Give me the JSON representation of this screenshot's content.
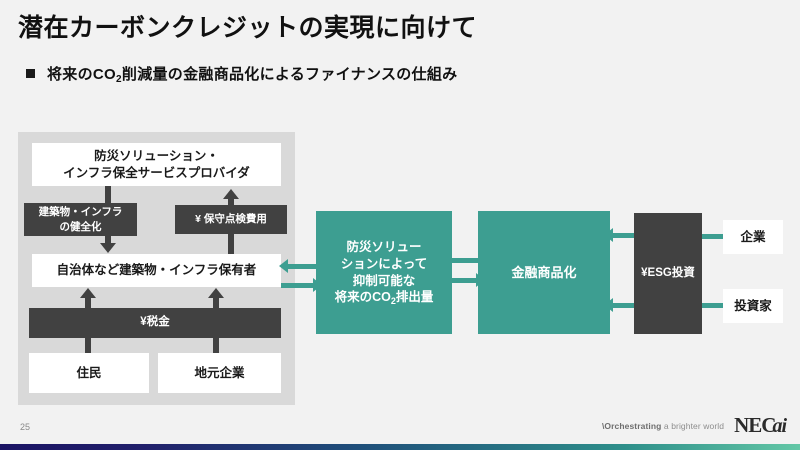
{
  "slide": {
    "title": "潜在カーボンクレジットの実現に向けて",
    "bullet": {
      "marker": "square-bullet",
      "text_before": "将来のCO",
      "subscript": "2",
      "text_after": "削減量の金融商品化によるファイナンスの仕組み"
    },
    "page_number": "25"
  },
  "diagram": {
    "left_group": {
      "provider": "防災ソリューション・\nインフラ保全サービスプロバイダ",
      "provider_line1": "防災ソリューション・",
      "provider_line2": "インフラ保全サービスプロバイダ",
      "health": "建築物・インフラ\nの健全化",
      "health_line1": "建築物・インフラ",
      "health_line2": "の健全化",
      "maintenance_fee": "¥ 保守点検費用",
      "owner": "自治体など建築物・インフラ保有者",
      "tax": "¥税金",
      "resident": "住民",
      "local_business": "地元企業"
    },
    "center": {
      "co2_line1": "防災ソリュー",
      "co2_line2": "ションによって",
      "co2_line3": "抑制可能な",
      "co2_line4_before": "将来のCO",
      "co2_line4_sub": "2",
      "co2_line4_after": "排出量",
      "financial_product": "金融商品化"
    },
    "right": {
      "esg_investment": "¥ESG投資",
      "corporation": "企業",
      "investor": "投資家"
    }
  },
  "footer": {
    "tagline_strong": "\\Orchestrating",
    "tagline_rest": " a brighter world",
    "logo_nec": "NEC",
    "logo_ai": "ai"
  },
  "colors": {
    "teal": "#3d9e91",
    "dark_gray": "#414141",
    "panel_gray": "#d9d9d9",
    "background": "#f2f2f2"
  }
}
